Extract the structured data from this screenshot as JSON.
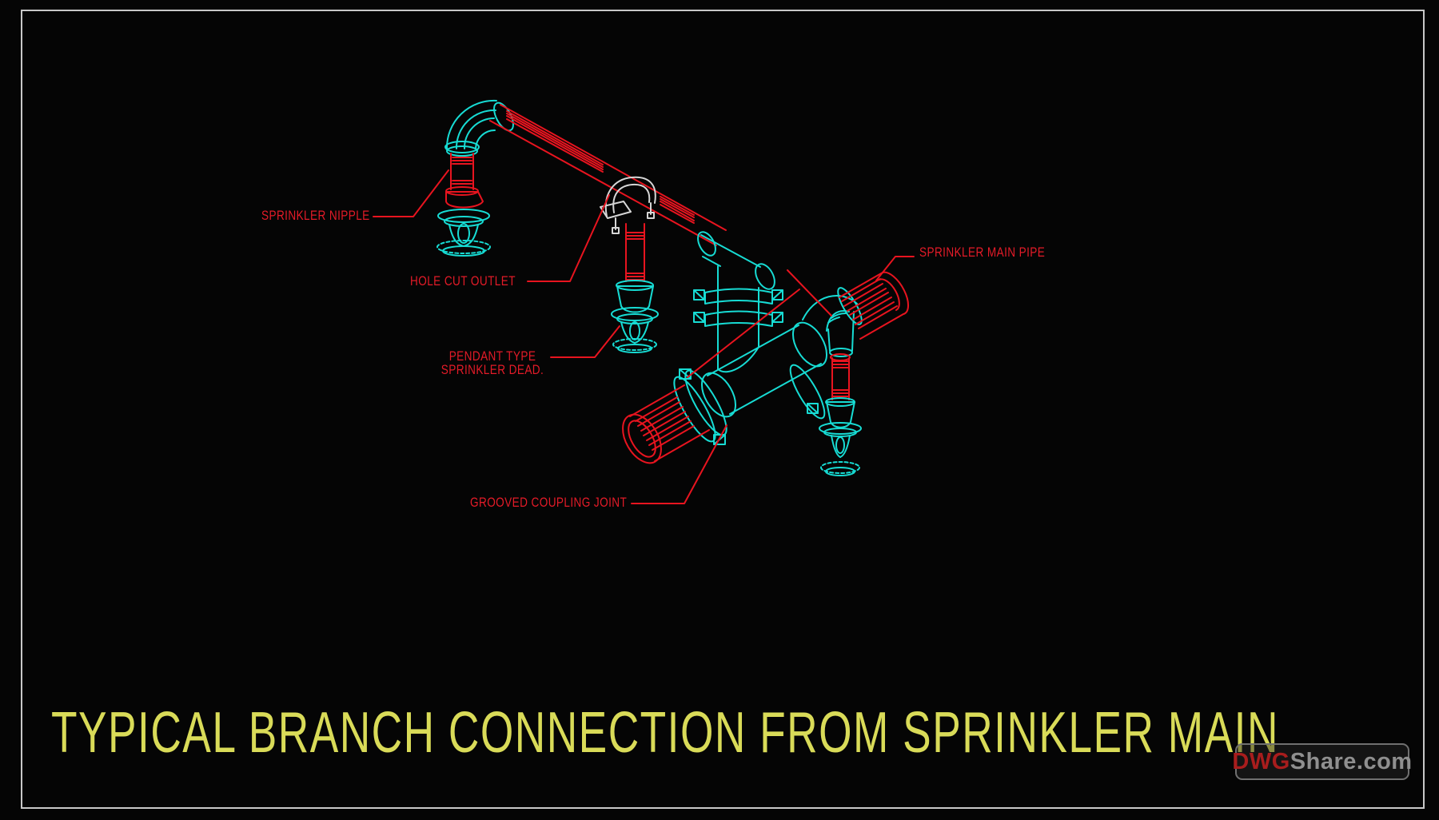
{
  "title": {
    "text": "TYPICAL BRANCH CONNECTION FROM SPRINKLER MAIN"
  },
  "diagram": {
    "annotations": [
      {
        "label": "SPRINKLER NIPPLE"
      },
      {
        "label": "HOLE CUT OUTLET"
      },
      {
        "line1": "PENDANT TYPE",
        "line2": "SPRINKLER DEAD."
      },
      {
        "label": "SPRINKLER MAIN PIPE"
      },
      {
        "label": "GROOVED COUPLING JOINT"
      }
    ]
  },
  "watermark": {
    "prefix": "DWG",
    "suffix": "Share.com"
  },
  "colors": {
    "bg": "#050505",
    "frame": "#c8c8c8",
    "cyan": "#17dcd4",
    "red": "#e8141f",
    "labelred": "#e41b28",
    "gray": "#d6d6d6",
    "yellow": "#d9db58",
    "wmred": "#a81d1d",
    "wmgray": "#8f8f8f"
  }
}
